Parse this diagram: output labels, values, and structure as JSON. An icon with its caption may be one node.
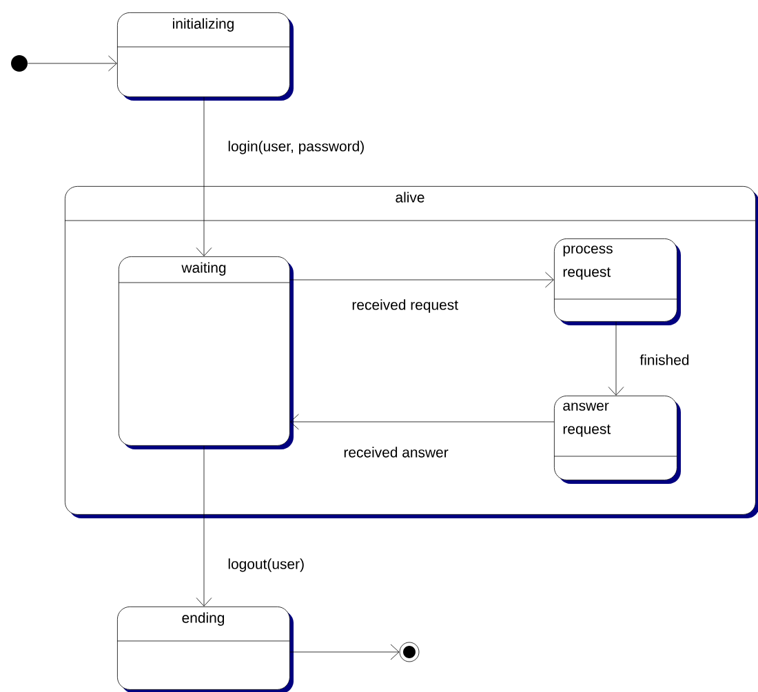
{
  "diagram": {
    "nodes": [
      {
        "text": [],
        "shape": "circle"
      },
      {
        "text": [
          "initializing"
        ]
      },
      {
        "text": [
          "alive"
        ]
      },
      {
        "text": [
          "waiting"
        ],
        "in": 2
      },
      {
        "text": [
          "process request"
        ],
        "in": 2
      },
      {
        "text": [
          "answer request"
        ],
        "in": 2
      },
      {
        "text": [
          "ending"
        ]
      },
      {
        "text": [],
        "shape": "circle"
      }
    ],
    "edges": [
      {
        "from": 0,
        "to": 1,
        "arrow": "to"
      },
      {
        "from": 1,
        "to": 3,
        "arrow": "to",
        "label": "login(user, password)"
      },
      {
        "from": 3,
        "to": 4,
        "arrow": "to",
        "label": "received request"
      },
      {
        "from": 4,
        "to": 5,
        "arrow": "to",
        "label": "finished"
      },
      {
        "from": 5,
        "to": 3,
        "arrow": "to",
        "label": "received answer"
      },
      {
        "from": 3,
        "to": 6,
        "arrow": "to",
        "label": "logout(user)"
      },
      {
        "from": 6,
        "to": 7,
        "arrow": "to"
      }
    ]
  }
}
